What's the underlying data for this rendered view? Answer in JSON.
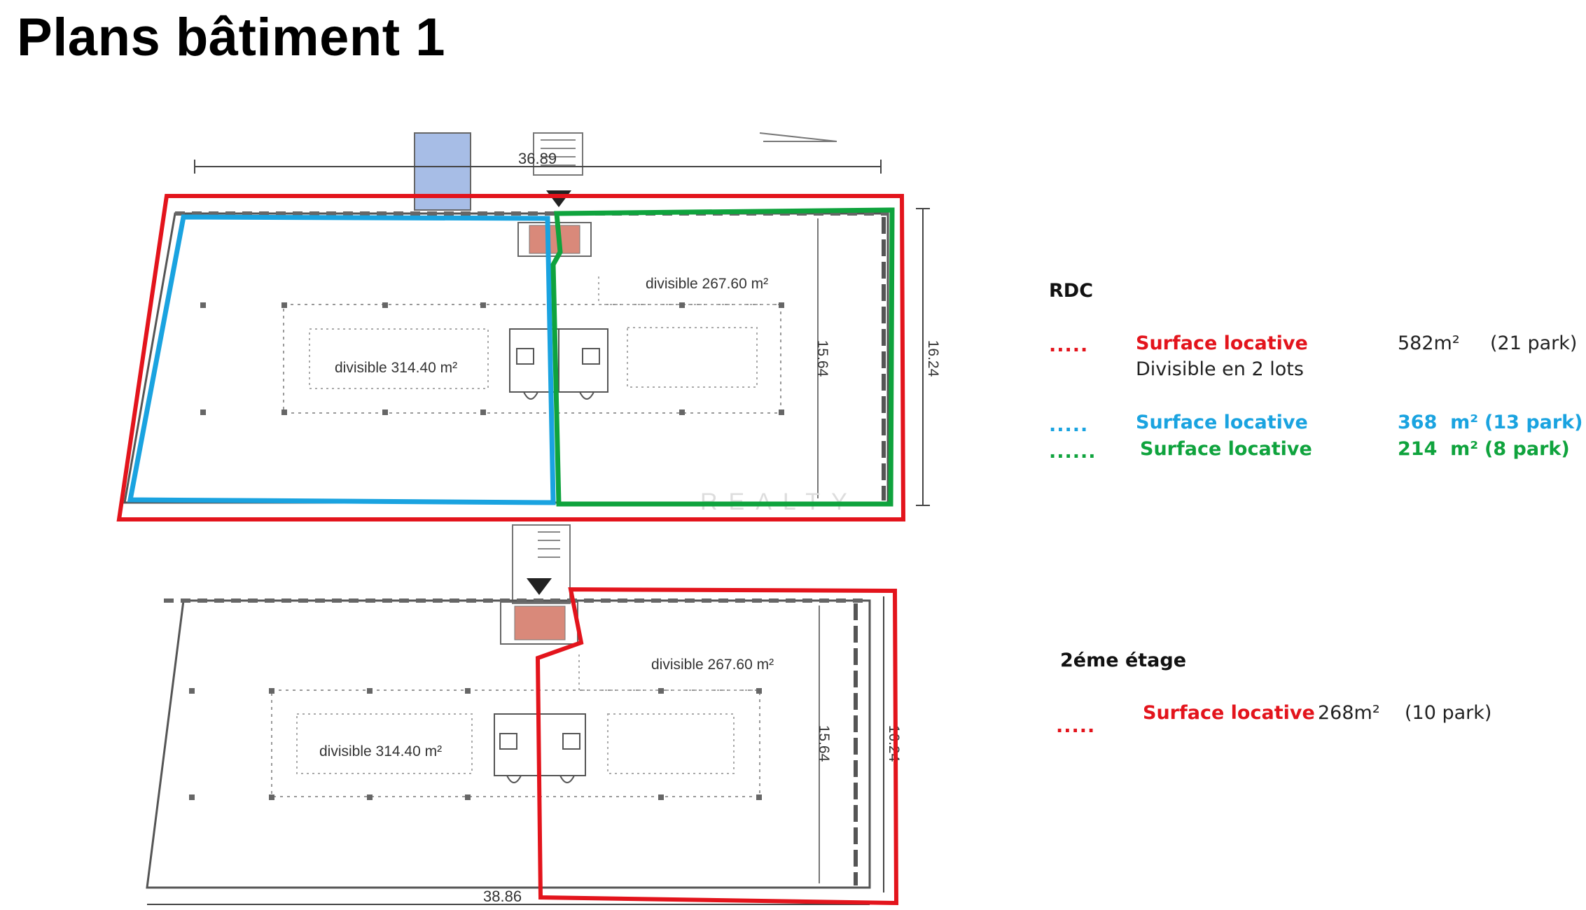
{
  "title": "Plans bâtiment 1",
  "colors": {
    "red": "#e3141c",
    "blue": "#1aa3e0",
    "green": "#0fa33d",
    "stair_block": "#d9897a",
    "window_blue": "#a7bde6"
  },
  "plan_rdc": {
    "length": "36.89",
    "depth_outer": "16.24",
    "depth_inner": "15.64",
    "left_area": "divisible 314.40 m²",
    "right_area": "divisible 267.60 m²"
  },
  "plan_etage": {
    "length": "38.86",
    "depth_outer": "16.24",
    "depth_inner": "15.64",
    "left_area": "divisible 314.40 m²",
    "right_area": "divisible 267.60 m²"
  },
  "watermark": "REALTY",
  "legend_rdc": {
    "heading": "RDC",
    "rows": [
      {
        "marker": ".....",
        "label": "Surface locative",
        "area": "582m²",
        "park": "(21 park)",
        "note": "Divisible en 2 lots"
      },
      {
        "marker": ".....",
        "label": "Surface locative",
        "area": "368  m²",
        "park": "(13 park)"
      },
      {
        "marker": "......",
        "label": "Surface locative",
        "area": "214  m²",
        "park": "(8 park)"
      }
    ]
  },
  "legend_etage": {
    "heading": "2éme étage",
    "rows": [
      {
        "marker": ".....",
        "label": "Surface locative",
        "area": "268m²",
        "park": "(10 park)"
      }
    ]
  }
}
